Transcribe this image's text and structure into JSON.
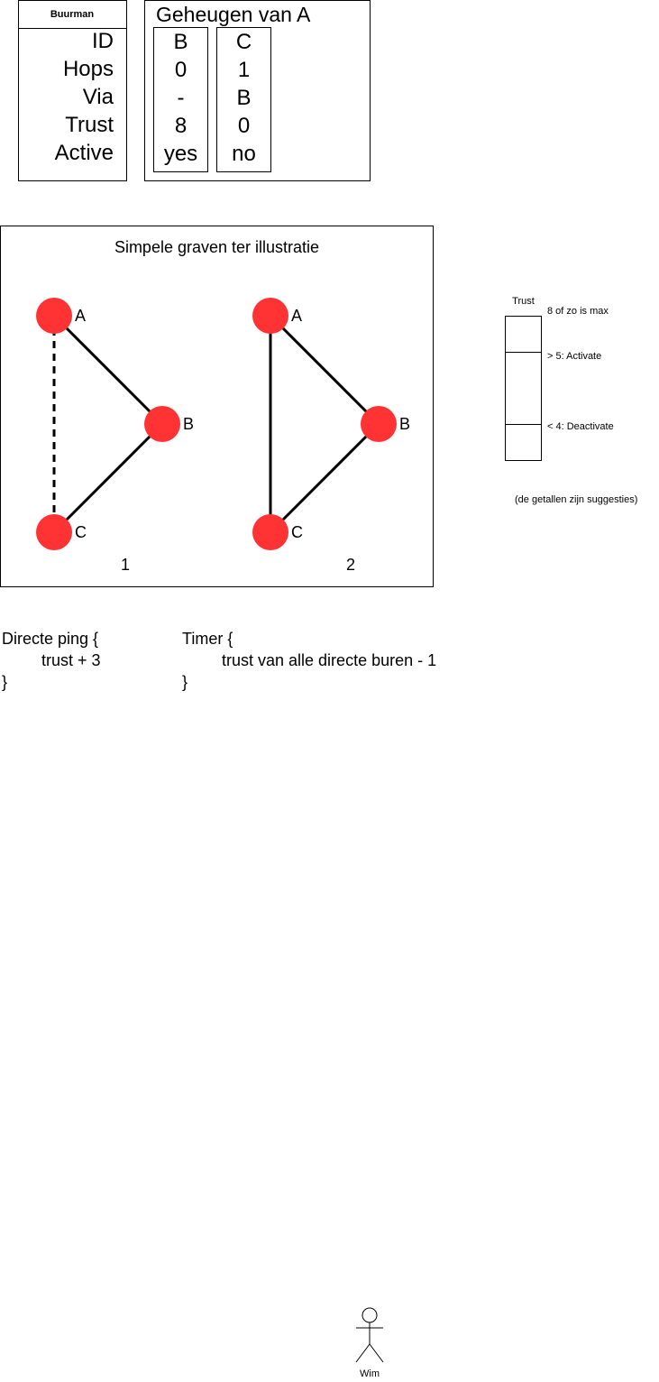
{
  "buurman": {
    "title": "Buurman",
    "fields": [
      "ID",
      "Hops",
      "Via",
      "Trust",
      "Active"
    ]
  },
  "memory": {
    "title": "Geheugen van A",
    "columns": [
      [
        "B",
        "0",
        "-",
        "8",
        "yes"
      ],
      [
        "C",
        "1",
        "B",
        "0",
        "no"
      ]
    ]
  },
  "graphs": {
    "title": "Simpele graven ter illustratie",
    "graph1_label": "1",
    "graph2_label": "2",
    "node_a": "A",
    "node_b": "B",
    "node_c": "C",
    "node_color": "#ff3333"
  },
  "trust_scale": {
    "title": "Trust",
    "max_label": "8 of zo is max",
    "activate_label": "> 5: Activate",
    "deactivate_label": "< 4: Deactivate",
    "note": "(de getallen zijn suggesties)"
  },
  "code": {
    "ping_open": "Directe ping {",
    "ping_body": "trust + 3",
    "ping_close": "}",
    "timer_open": "Timer {",
    "timer_body": "trust van alle directe buren - 1",
    "timer_close": "}"
  },
  "actor": {
    "name": "Wim"
  }
}
